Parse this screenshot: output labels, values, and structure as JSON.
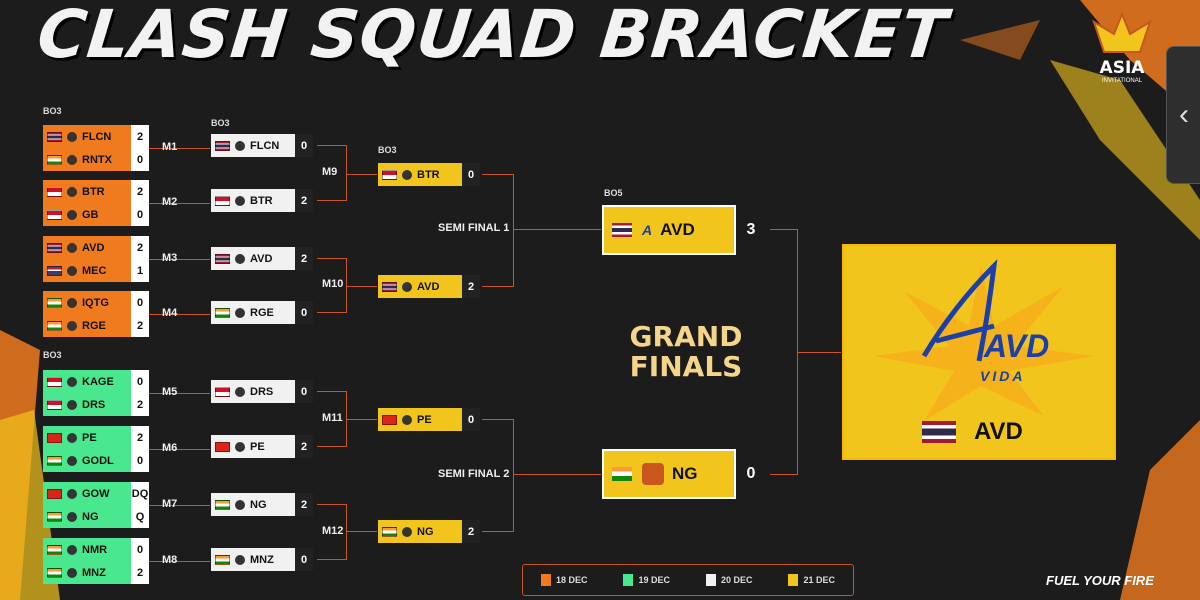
{
  "title": "CLASH SQUAD BRACKET",
  "logo": {
    "text": "ASIA",
    "sub": "INVITATIONAL"
  },
  "side_tab_icon": "chevron-left-icon",
  "colors": {
    "day1": "#f07a1e",
    "day2": "#49e88f",
    "day3": "#f1f1f1",
    "day4": "#f2c51d",
    "accent": "#c9561e"
  },
  "formats": {
    "r1_top": "BO3",
    "r1_bottom": "BO3",
    "r2": "BO3",
    "r3": "BO3",
    "final": "BO5"
  },
  "round1": [
    {
      "label": "M1",
      "a": {
        "team": "FLCN",
        "score": "2"
      },
      "b": {
        "team": "RNTX",
        "score": "0"
      }
    },
    {
      "label": "M2",
      "a": {
        "team": "BTR",
        "score": "2"
      },
      "b": {
        "team": "GB",
        "score": "0"
      }
    },
    {
      "label": "M3",
      "a": {
        "team": "AVD",
        "score": "2"
      },
      "b": {
        "team": "MEC",
        "score": "1"
      }
    },
    {
      "label": "M4",
      "a": {
        "team": "IQTG",
        "score": "0"
      },
      "b": {
        "team": "RGE",
        "score": "2"
      }
    },
    {
      "label": "M5",
      "a": {
        "team": "KAGE",
        "score": "0"
      },
      "b": {
        "team": "DRS",
        "score": "2"
      }
    },
    {
      "label": "M6",
      "a": {
        "team": "PE",
        "score": "2"
      },
      "b": {
        "team": "GODL",
        "score": "0"
      }
    },
    {
      "label": "M7",
      "a": {
        "team": "GOW",
        "score": "DQ"
      },
      "b": {
        "team": "NG",
        "score": "Q"
      }
    },
    {
      "label": "M8",
      "a": {
        "team": "NMR",
        "score": "0"
      },
      "b": {
        "team": "MNZ",
        "score": "2"
      }
    }
  ],
  "round2": [
    {
      "team": "FLCN",
      "score": "0"
    },
    {
      "team": "BTR",
      "score": "2"
    },
    {
      "team": "AVD",
      "score": "2"
    },
    {
      "team": "RGE",
      "score": "0"
    },
    {
      "team": "DRS",
      "score": "0"
    },
    {
      "team": "PE",
      "score": "2"
    },
    {
      "team": "NG",
      "score": "2"
    },
    {
      "team": "MNZ",
      "score": "0"
    }
  ],
  "round3_labels": [
    "M9",
    "M10",
    "M11",
    "M12"
  ],
  "round3": [
    {
      "team": "BTR",
      "score": "0"
    },
    {
      "team": "AVD",
      "score": "2"
    },
    {
      "team": "PE",
      "score": "0"
    },
    {
      "team": "NG",
      "score": "2"
    }
  ],
  "semis": {
    "sf1": "SEMI FINAL 1",
    "sf2": "SEMI FINAL 2"
  },
  "finals": [
    {
      "team": "AVD",
      "score": "3"
    },
    {
      "team": "NG",
      "score": "0"
    }
  ],
  "grand_finals": {
    "line1": "GRAND",
    "line2": "FINALS"
  },
  "winner": {
    "logo_main": "AVD",
    "logo_sub": "VIDA",
    "team": "AVD"
  },
  "legend": [
    {
      "date": "18 DEC",
      "color": "#f07a1e"
    },
    {
      "date": "19 DEC",
      "color": "#49e88f"
    },
    {
      "date": "20 DEC",
      "color": "#f1f1f1"
    },
    {
      "date": "21 DEC",
      "color": "#f2c51d"
    }
  ],
  "footer": "FUEL YOUR FIRE"
}
